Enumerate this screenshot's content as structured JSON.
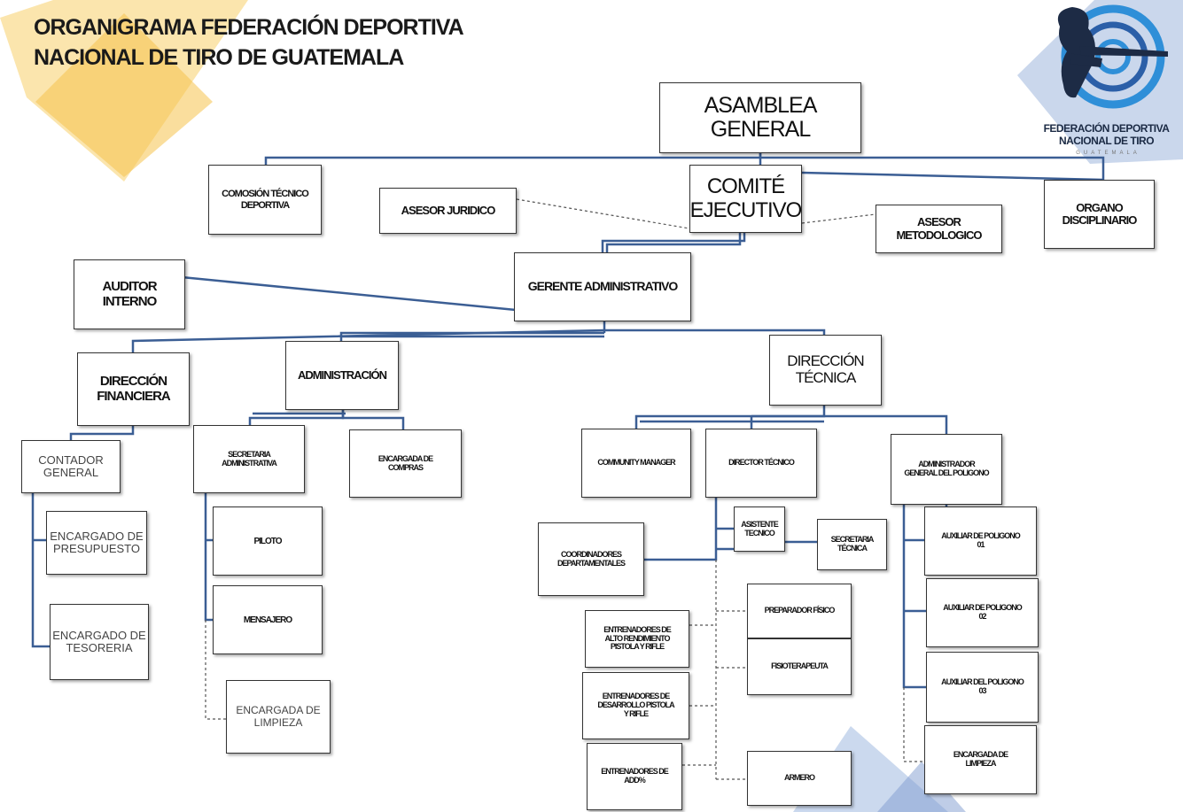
{
  "title": {
    "line1": "ORGANIGRAMA FEDERACIÓN DEPORTIVA",
    "line2": "NACIONAL DE TIRO DE GUATEMALA"
  },
  "logo": {
    "name": "FEDERACIÓN DEPORTIVA\nNACIONAL DE TIRO",
    "sub": "GUATEMALA",
    "icon": "shooter-emblem-icon"
  },
  "colors": {
    "line": "#3b5e94",
    "accent_yellow": "#f7cf6a",
    "accent_blue": "#9fb6dc"
  },
  "boxes": {
    "asamblea": "ASAMBLEA\nGENERAL",
    "comite": "COMITÉ\nEJECUTIVO",
    "comision": "COMOSIÓN TÉCNICO\nDEPORTIVA",
    "asesor_juridico": "ASESOR JURIDICO",
    "asesor_metodologico": "ASESOR\nMETODOLOGICO",
    "organo": "ORGANO\nDISCIPLINARIO",
    "auditor": "AUDITOR\nINTERNO",
    "gerente": "GERENTE ADMINISTRATIVO",
    "dir_financiera": "DIRECCIÓN\nFINANCIERA",
    "administracion": "ADMINISTRACIÓN",
    "dir_tecnica": "DIRECCIÓN\nTÉCNICA",
    "contador": "CONTADOR\nGENERAL",
    "presupuesto": "ENCARGADO DE\nPRESUPUESTO",
    "tesoreria": "ENCARGADO DE\nTESORERIA",
    "secretaria_adm": "SECRETARIA\nADMINISTRATIVA",
    "compras": "ENCARGADA DE\nCOMPRAS",
    "piloto": "PILOTO",
    "mensajero": "MENSAJERO",
    "limpieza_adm": "ENCARGADA DE\nLIMPIEZA",
    "community": "COMMUNITY MANAGER",
    "director_tecnico": "DIRECTOR TÉCNICO",
    "admin_poligono": "ADMINISTRADOR\nGENERAL DEL POLIGONO",
    "asistente": "ASISTENTE\nTECNICO",
    "secretaria_tec": "SECRETARIA\nTÉCNICA",
    "coordinadores": "COORDINADORES\nDEPARTAMENTALES",
    "preparador": "PREPARADOR FÍSICO",
    "fisio": "FISIOTERAPEUTA",
    "ent_alto": "ENTRENADORES DE\nALTO RENDIMIENTO\nPISTOLA Y RIFLE",
    "ent_desarrollo": "ENTRENADORES DE\nDESARROLLO PISTOLA\nY RIFLE",
    "ent_add": "ENTRENADORES DE\nADD%",
    "armero": "ARMERO",
    "aux1": "AUXILIAR DE POLIGONO\n01",
    "aux2": "AUXILIAR DE POLIGONO\n02",
    "aux3": "AUXILIAR DEL POLIGONO\n03",
    "limpieza_pol": "ENCARGADA DE\nLIMPIEZA"
  }
}
